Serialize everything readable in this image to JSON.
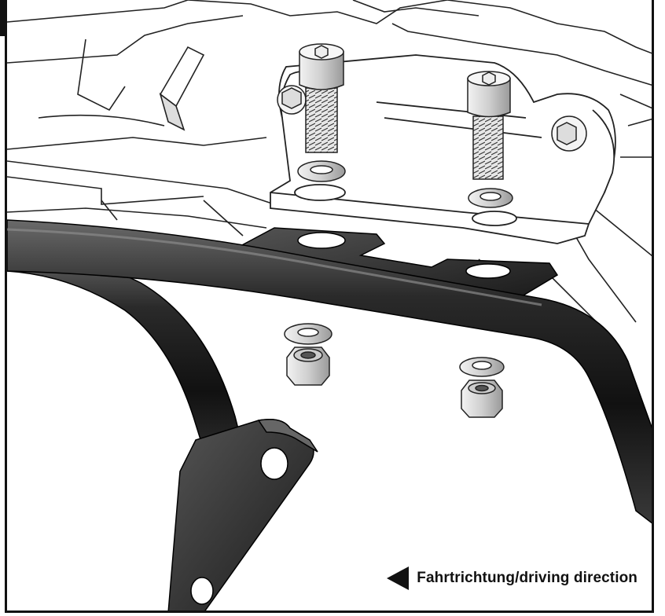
{
  "caption": {
    "text": "Fahrtrichtung/driving direction",
    "arrow_direction": "left"
  },
  "parts": [
    {
      "name": "cap-screw",
      "count": 2
    },
    {
      "name": "washer",
      "count": 4
    },
    {
      "name": "hex-nut",
      "count": 2
    },
    {
      "name": "tube-rack-bracket",
      "count": 1
    },
    {
      "name": "bike-mounting-bracket",
      "count": 1
    }
  ],
  "colors": {
    "tube": "#1c1c1c",
    "line": "#222222",
    "metal": "#d8d8d8",
    "frame": "#111111"
  }
}
